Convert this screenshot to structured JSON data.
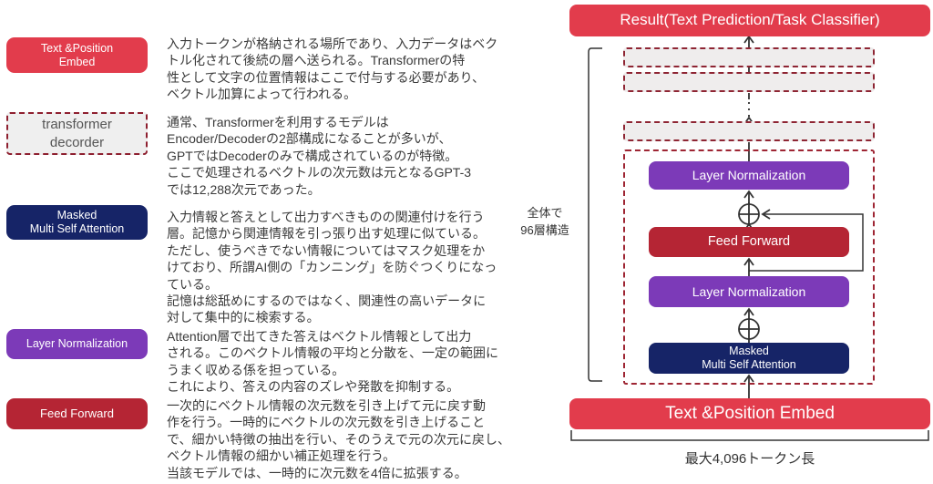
{
  "left": {
    "rows": [
      {
        "label": "Text &Position\nEmbed",
        "desc": "入力トークンが格納される場所であり、入力データはベク\nトル化されて後続の層へ送られる。Transformerの特\n性として文字の位置情報はここで付与する必要があり、\nベクトル加算によって行われる。"
      },
      {
        "label": "transformer\ndecorder",
        "desc": "通常、Transformerを利用するモデルは\nEncoder/Decoderの2部構成になることが多いが、\nGPTではDecoderのみで構成されているのが特徴。\nここで処理されるベクトルの次元数は元となるGPT-3\nでは12,288次元であった。"
      },
      {
        "label": "Masked\nMulti Self Attention",
        "desc": "入力情報と答えとして出力すべきものの関連付けを行う\n層。記憶から関連情報を引っ張り出す処理に似ている。\nただし、使うべきでない情報についてはマスク処理をか\nけており、所謂AI側の「カンニング」を防ぐつくりになっ\nている。\n記憶は総舐めにするのではなく、関連性の高いデータに\n対して集中的に検索する。"
      },
      {
        "label": "Layer Normalization",
        "desc": "Attention層で出てきた答えはベクトル情報として出力\nされる。このベクトル情報の平均と分散を、一定の範囲に\nうまく収める係を担っている。\nこれにより、答えの内容のズレや発散を抑制する。"
      },
      {
        "label": "Feed Forward",
        "desc": "一次的にベクトル情報の次元数を引き上げて元に戻す動\n作を行う。一時的にベクトルの次元数を引き上げること\nで、細かい特徴の抽出を行い、そのうえで元の次元に戻し、\nベクトル情報の細かい補正処理を行う。\n当該モデルでは、一時的に次元数を4倍に拡張する。"
      }
    ]
  },
  "diagram": {
    "result_label": "Result(Text Prediction/Task Classifier)",
    "layers_note": "全体で\n96層構造",
    "layer_norm_top": "Layer Normalization",
    "feed_forward": "Feed Forward",
    "layer_norm_bottom": "Layer Normalization",
    "masked_attention": "Masked\nMulti Self Attention",
    "embed_label": "Text &Position Embed",
    "token_note": "最大4,096トークン長"
  },
  "colors": {
    "bright_red": "#e23c4c",
    "dark_red": "#b52534",
    "navy": "#162467",
    "purple": "#7c3ab8",
    "dashed_border": "#8e2533",
    "ghost_fill": "#efeded",
    "wire": "#333333",
    "body_text": "#3a3a3a"
  }
}
